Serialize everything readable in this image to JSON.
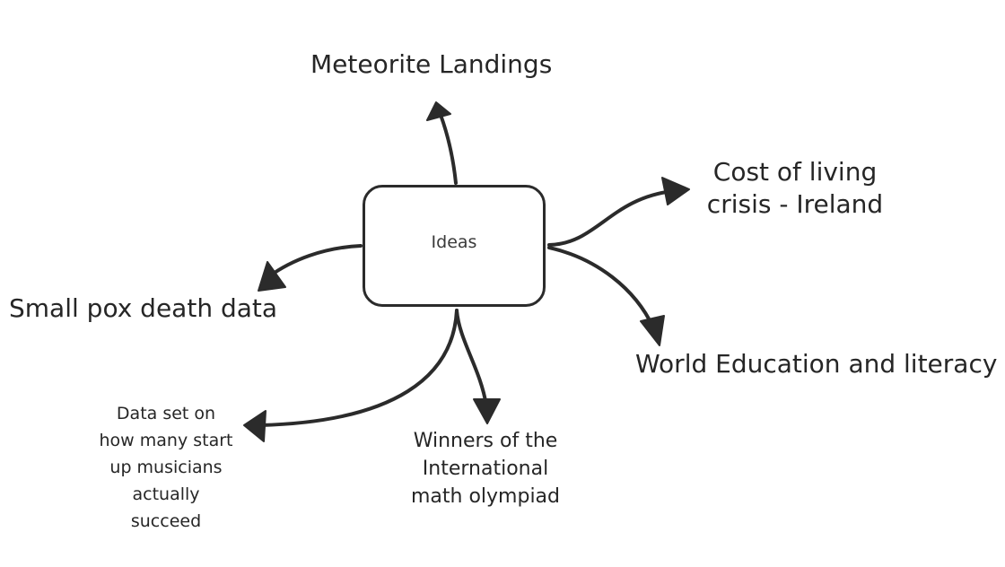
{
  "diagram": {
    "center": {
      "label": "Ideas"
    },
    "nodes": {
      "meteorite": {
        "label": "Meteorite Landings"
      },
      "cost_of_living": {
        "lines": [
          "Cost of living",
          "crisis - Ireland"
        ]
      },
      "small_pox": {
        "label": "Small pox death data"
      },
      "world_education": {
        "label": "World Education and literacy"
      },
      "musicians": {
        "lines": [
          "Data set on",
          "how many start",
          "up musicians",
          "actually",
          "succeed"
        ]
      },
      "math_olympiad": {
        "lines": [
          "Winners of the",
          "International",
          "math olympiad"
        ]
      }
    },
    "colors": {
      "stroke": "#2b2b2b",
      "text": "#262626",
      "background": "#ffffff"
    }
  }
}
